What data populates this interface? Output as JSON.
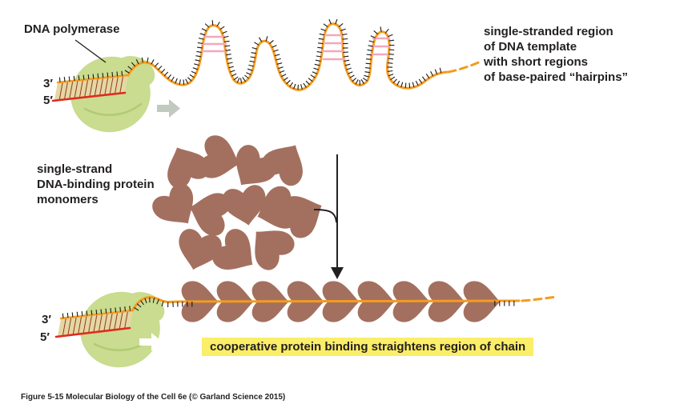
{
  "figure": {
    "labels": {
      "dna_polymerase": "DNA polymerase",
      "prime3": "3′",
      "prime5": "5′",
      "ssdna_region_lines": [
        "single-stranded region",
        "of DNA template",
        "with short regions",
        "of base-paired “hairpins”"
      ],
      "ssb_lines": [
        "single-strand",
        "DNA-binding protein",
        "monomers"
      ],
      "highlight": "cooperative protein binding straightens region of chain",
      "caption": "Figure 5-15 Molecular Biology of the Cell 6e (© Garland Science 2015)"
    },
    "colors": {
      "strand_orange": "#F49B20",
      "primer_red": "#E02A1E",
      "polymerase_green": "#C9DC8F",
      "protein_brown": "#A3705F",
      "hairpin_pink": "#F4A7BC",
      "highlight_yellow": "#FBEE68",
      "arrow_gray": "#C2C9BF",
      "arrow_white": "#FFFFFF",
      "ladder_fill": "#E5D7A3",
      "ladder_rung": "#8F3A22",
      "tick_black": "#1A1A1A"
    }
  }
}
